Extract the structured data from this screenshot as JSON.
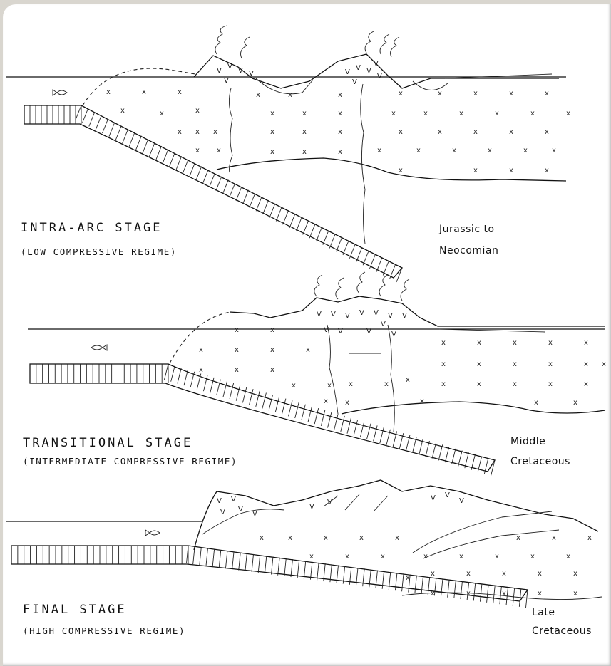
{
  "panels": [
    {
      "id": "intra-arc",
      "title": "INTRA-ARC STAGE",
      "subtitle": "(LOW COMPRESSIVE REGIME)",
      "age_line1": "Jurassic to",
      "age_line2": "Neocomian"
    },
    {
      "id": "transitional",
      "title": "TRANSITIONAL STAGE",
      "subtitle": "(INTERMEDIATE COMPRESSIVE REGIME)",
      "age_line1": "Middle",
      "age_line2": "Cretaceous"
    },
    {
      "id": "final",
      "title": "FINAL STAGE",
      "subtitle": "(HIGH COMPRESSIVE REGIME)",
      "age_line1": "Late",
      "age_line2": "Cretaceous"
    }
  ],
  "colors": {
    "background": "#d9d6cf",
    "paper": "#ffffff",
    "ink": "#111111"
  },
  "icons": [
    "fish-icon",
    "volcanic-plume-icon",
    "crust-x-pattern",
    "volcanic-v-pattern",
    "subducting-slab-hatch"
  ]
}
